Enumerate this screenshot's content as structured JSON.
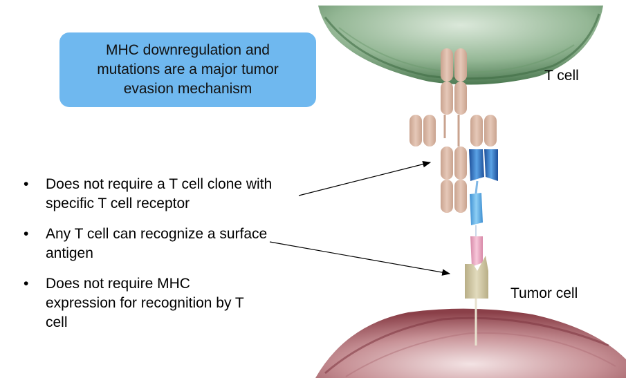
{
  "callout": {
    "text": "MHC downregulation and mutations are a major tumor evasion mechanism"
  },
  "bullets": [
    {
      "line1": "Does not require a T cell clone with",
      "line2": "specific T cell receptor",
      "line3": ""
    },
    {
      "line1": "Any T cell can recognize a surface",
      "line2": "antigen",
      "line3": ""
    },
    {
      "line1": "Does not require MHC",
      "line2": "expression for recognition by T",
      "line3": "cell"
    }
  ],
  "bullet_symbol": "•",
  "labels": {
    "t_cell": "T cell",
    "tumor_cell": "Tumor cell"
  },
  "colors": {
    "callout_bg": "#6fb8ef",
    "t_cell": "#5f8f64",
    "tumor_cell": "#9d5a60",
    "receptor_domain": "#d9b8a6",
    "scfv_blue": "#2f6fb8",
    "antigen": "#cfc7a2",
    "pink": "#e9a8c1"
  }
}
